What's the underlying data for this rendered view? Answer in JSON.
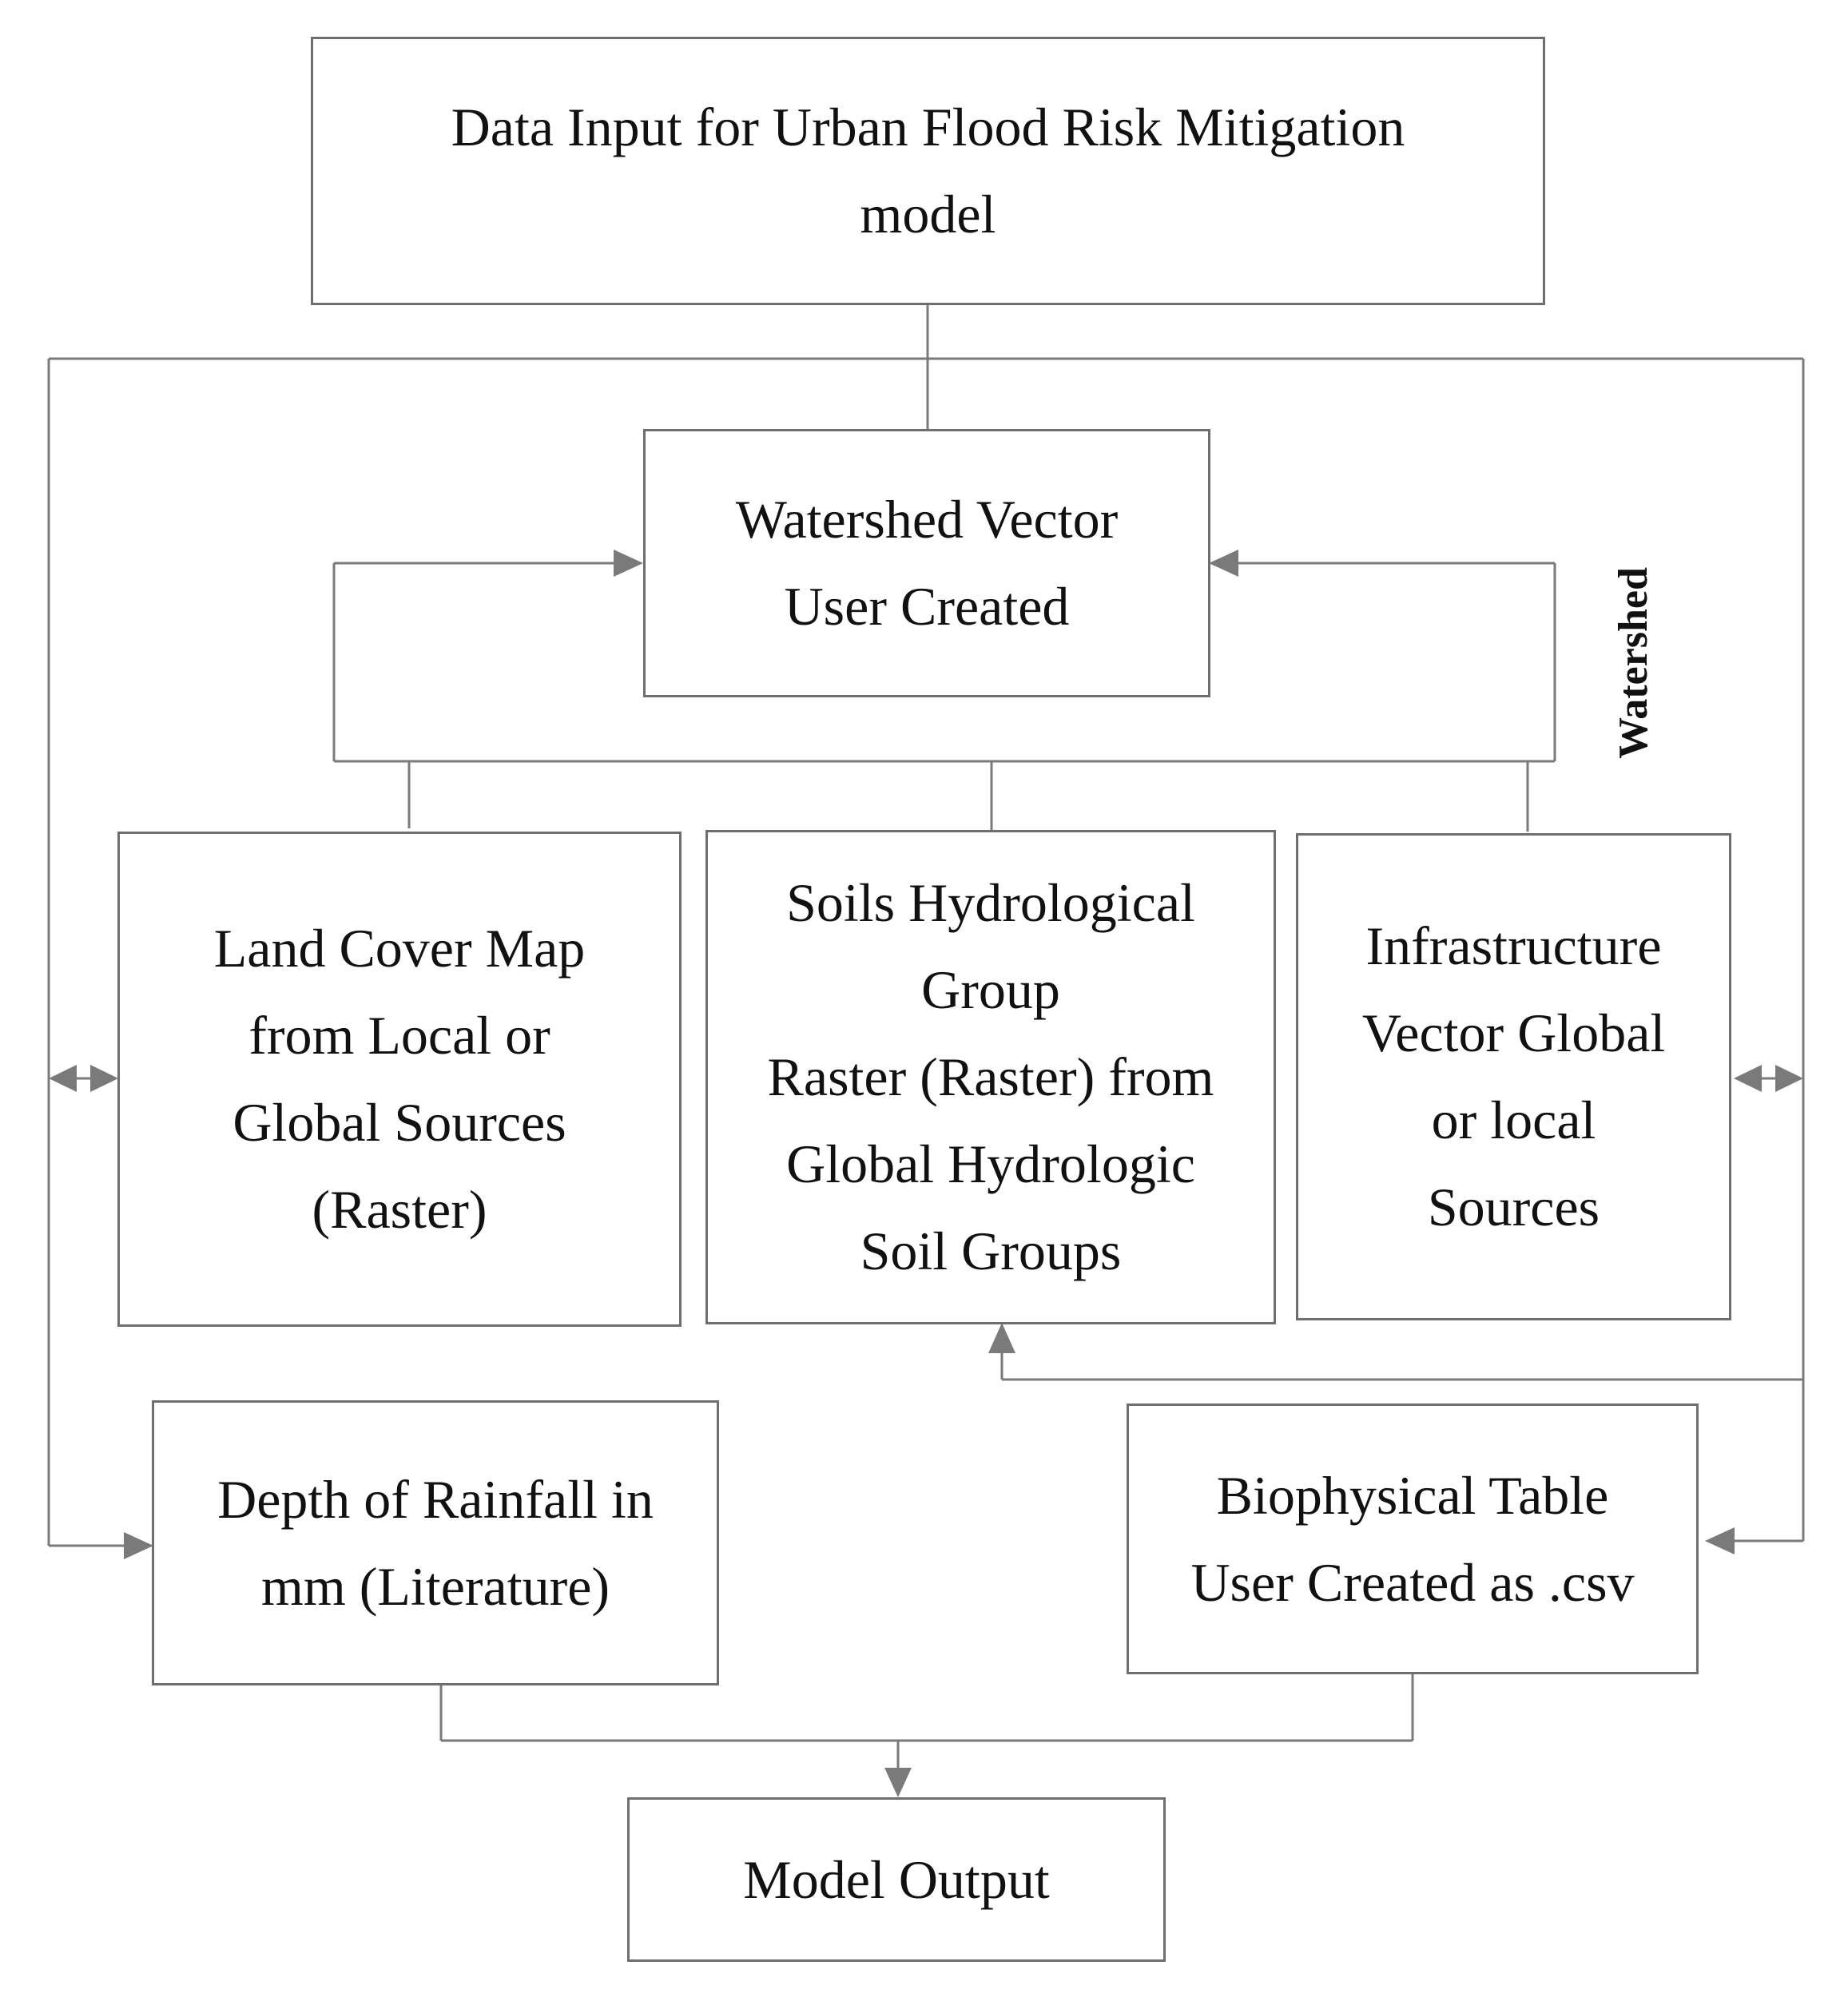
{
  "nodes": {
    "input": {
      "lines": [
        "Data Input for Urban Flood Risk Mitigation",
        "model"
      ]
    },
    "watershed_vector": {
      "lines": [
        "Watershed Vector",
        "User Created"
      ]
    },
    "land_cover": {
      "lines": [
        "Land Cover Map",
        "from Local or",
        "Global Sources",
        "(Raster)"
      ]
    },
    "soils": {
      "lines": [
        "Soils Hydrological",
        "Group",
        "Raster (Raster) from",
        "Global Hydrologic",
        "Soil Groups"
      ]
    },
    "infrastructure": {
      "lines": [
        "Infrastructure",
        "Vector Global",
        "or local",
        "Sources"
      ]
    },
    "rainfall": {
      "lines": [
        "Depth of Rainfall in",
        "mm (Literature)"
      ]
    },
    "biophysical": {
      "lines": [
        "Biophysical Table",
        "User Created as .csv"
      ]
    },
    "output": {
      "lines": [
        "Model Output"
      ]
    }
  },
  "connector_label": "Watershed",
  "colors": {
    "line": "#7a7a7a",
    "border": "#6e6e6e",
    "text": "#111111"
  }
}
